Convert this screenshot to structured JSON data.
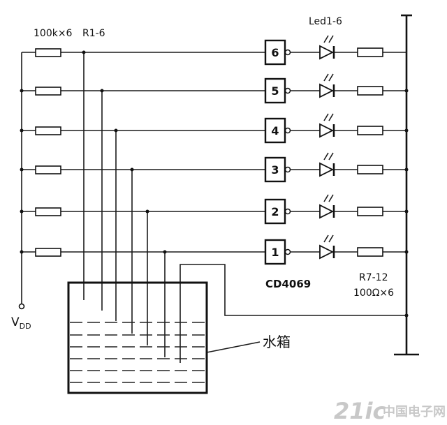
{
  "labels": {
    "resistor_top": "100k×6",
    "resistor_group": "R1-6",
    "led_group": "Led1-6",
    "ic": "CD4069",
    "resistor_bottom_group": "R7-12",
    "resistor_bottom_value": "100Ω×6",
    "supply": "V",
    "supply_sub": "DD",
    "tank": "水箱",
    "watermark_main": "21ic",
    "watermark_cn": "中国电子网"
  },
  "gates": [
    "6",
    "5",
    "4",
    "3",
    "2",
    "1"
  ]
}
